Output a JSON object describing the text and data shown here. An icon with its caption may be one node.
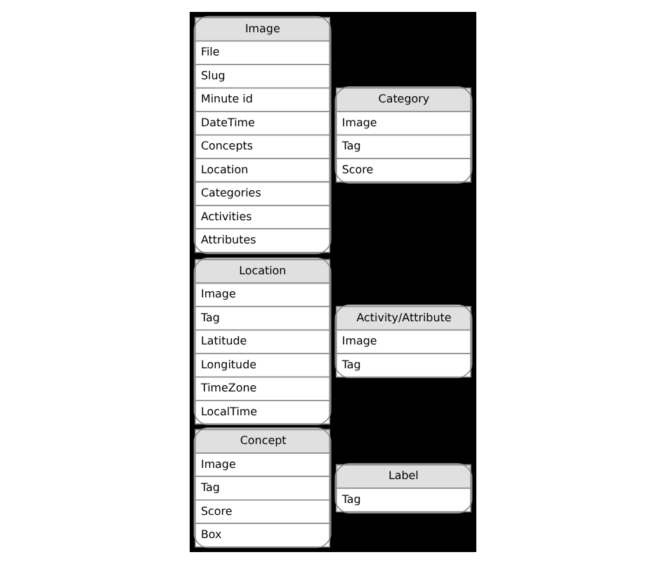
{
  "diagram": {
    "nodes": [
      {
        "text": [
          "Image",
          "File",
          "Slug",
          "Minute id",
          "DateTime",
          "Concepts",
          "Location",
          "Categories",
          "Activities",
          "Attributes"
        ]
      },
      {
        "text": [
          "Label",
          "Tag"
        ]
      },
      {
        "text": [
          "Concept",
          "Image",
          "Tag",
          "Score",
          "Box"
        ]
      },
      {
        "text": [
          "Location",
          "Image",
          "Tag",
          "Latitude",
          "Longitude",
          "TimeZone",
          "LocalTime"
        ]
      },
      {
        "text": [
          "Category",
          "Image",
          "Tag",
          "Score"
        ]
      },
      {
        "text": [
          "Activity/Attribute",
          "Image",
          "Tag"
        ]
      }
    ],
    "edges": []
  }
}
